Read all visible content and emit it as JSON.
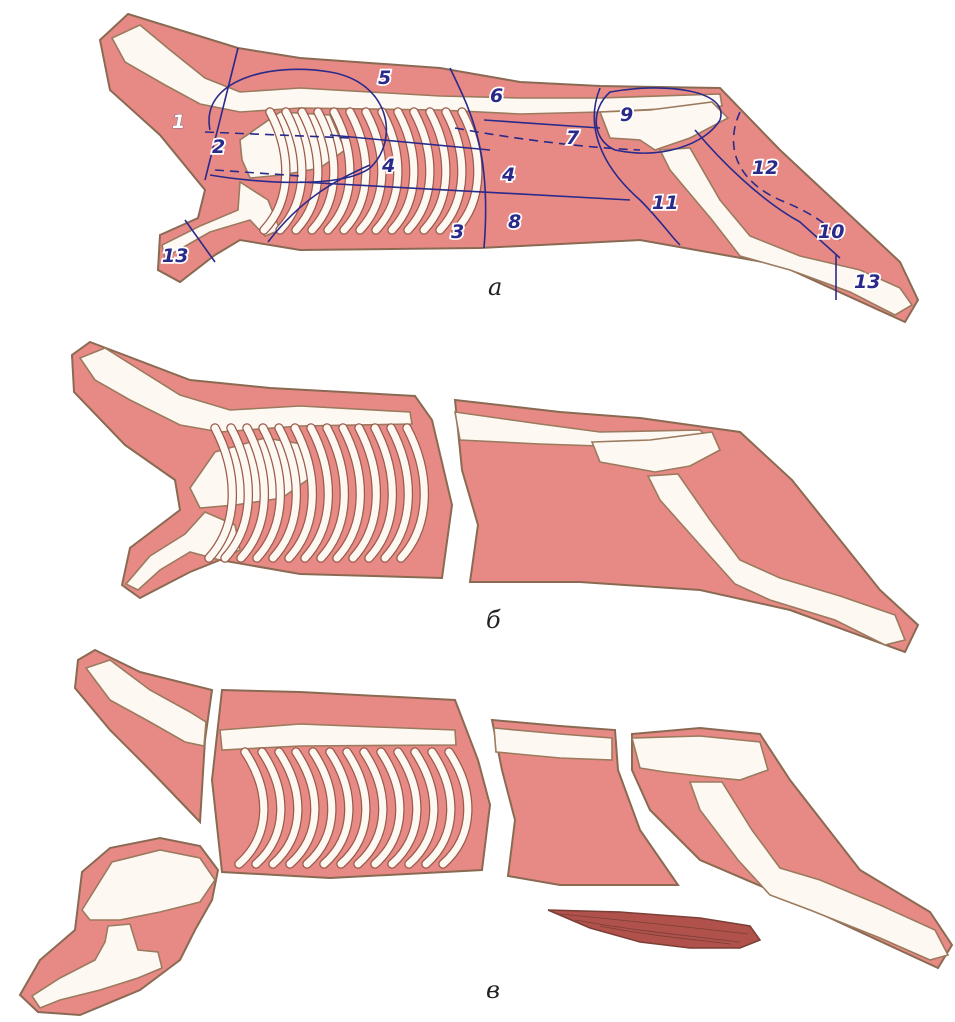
{
  "captions": {
    "a": "а",
    "b": "б",
    "c": "в"
  },
  "cut_labels": {
    "c1": "1",
    "c2": "2",
    "c3": "3",
    "c4a": "4",
    "c4b": "4",
    "c5": "5",
    "c6": "6",
    "c7": "7",
    "c8": "8",
    "c9": "9",
    "c10": "10",
    "c11": "11",
    "c12": "12",
    "c13a": "13",
    "c13b": "13"
  },
  "colors": {
    "meat": "#e78a86",
    "bone": "#fdf9f2",
    "cut_lines": "#2a2a8a",
    "outline": "#8a6a52"
  }
}
